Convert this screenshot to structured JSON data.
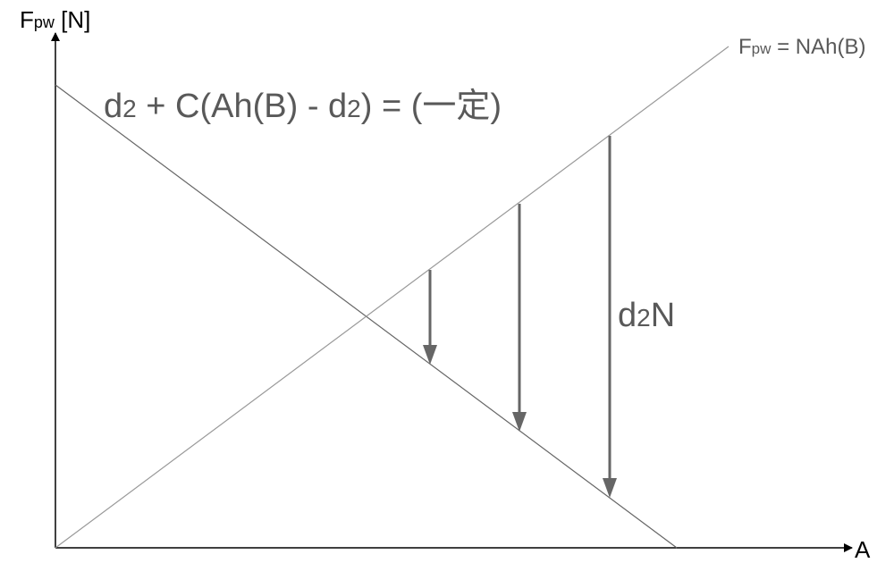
{
  "axes": {
    "y_label": {
      "main": "F",
      "sub": "pw",
      "rest": " [N]"
    },
    "x_label": "A"
  },
  "equation_decreasing": {
    "p1": "d",
    "s1": "2",
    "p2": " + C(Ah(B) - d",
    "s2": "2",
    "p3": ") = (一定)"
  },
  "equation_increasing": {
    "main": "F",
    "sub": "pw",
    "rest": " = NAh(B)"
  },
  "arrow_label": {
    "main": "d",
    "sub": "2",
    "rest": "N"
  },
  "colors": {
    "axis": "#000000",
    "line": "#666666",
    "arrow": "#666666",
    "text": "#595959"
  }
}
